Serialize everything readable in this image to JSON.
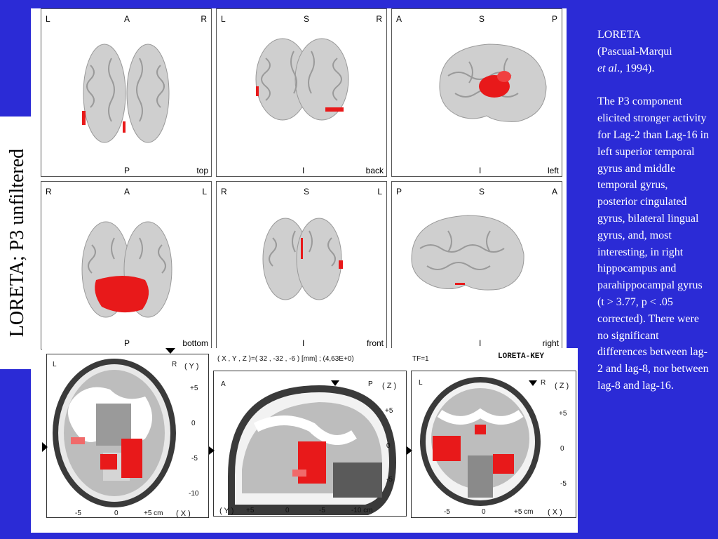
{
  "side_title": "LORETA; P3 unfiltered",
  "views": [
    {
      "id": "top",
      "labels": {
        "tl": "L",
        "tc": "A",
        "tr": "R",
        "bc": "P",
        "br": "top"
      }
    },
    {
      "id": "back",
      "labels": {
        "tl": "L",
        "tc": "S",
        "tr": "R",
        "bc": "I",
        "br": "back"
      }
    },
    {
      "id": "left",
      "labels": {
        "tl": "A",
        "tc": "S",
        "tr": "P",
        "bc": "I",
        "br": "left"
      }
    },
    {
      "id": "bottom",
      "labels": {
        "tl": "R",
        "tc": "A",
        "tr": "L",
        "bc": "P",
        "br": "bottom"
      }
    },
    {
      "id": "front",
      "labels": {
        "tl": "R",
        "tc": "S",
        "tr": "L",
        "bc": "I",
        "br": "front"
      }
    },
    {
      "id": "right",
      "labels": {
        "tl": "P",
        "tc": "S",
        "tr": "A",
        "bc": "I",
        "br": "right"
      }
    }
  ],
  "slice_header": {
    "coords": "( X , Y , Z )=( 32 , -32 , -6 ) [mm] ;  (4,63E+0)",
    "tf": "TF=1",
    "key": "LORETA-KEY"
  },
  "axial": {
    "corner_l": "L",
    "corner_r": "R",
    "axis_right": "( Y )",
    "y_ticks": [
      "+5",
      "0",
      "-5",
      "-10"
    ],
    "x_ticks": [
      "-5",
      "0",
      "+5 cm"
    ],
    "x_axis": "( X )"
  },
  "sagittal": {
    "corner_l": "A",
    "corner_r": "P",
    "axis_right": "( Z )",
    "z_ticks": [
      "+5",
      "0",
      "-5"
    ],
    "y_axis": "( Y )",
    "x_ticks": [
      "+5",
      "0",
      "-5",
      "-10 cm"
    ]
  },
  "coronal": {
    "corner_l": "L",
    "corner_r": "R",
    "axis_right": "( Z )",
    "z_ticks": [
      "+5",
      "0",
      "-5"
    ],
    "x_ticks": [
      "-5",
      "0",
      "+5 cm"
    ],
    "x_axis": "( X )"
  },
  "description": {
    "citation_line1": "LORETA",
    "citation_line2": "(Pascual-Marqui",
    "citation_etal": "et al",
    "citation_year": "., 1994).",
    "body": "The P3 component elicited stronger activity for Lag-2 than Lag-16 in left superior temporal gyrus and middle temporal gyrus, posterior cingulated gyrus, bilateral lingual gyrus, and, most interesting, in right hippocampus and parahippocampal gyrus  (t > 3.77, p < .05 corrected). There were no significant differences between lag-2 and lag-8, nor between lag-8 and lag-16."
  },
  "colors": {
    "background": "#2b2bd6",
    "activation": "#e8191a",
    "brain": "#c9c9c9"
  }
}
